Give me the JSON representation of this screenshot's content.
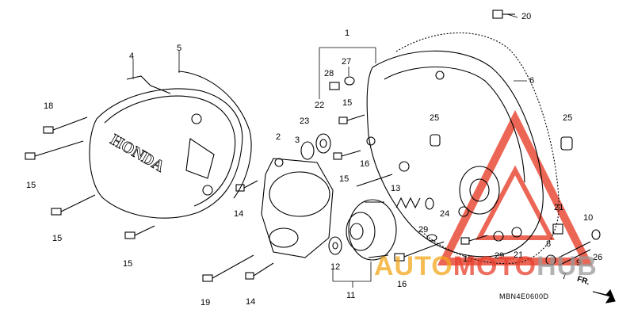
{
  "diagram": {
    "callouts": [
      {
        "id": "c20",
        "text": "20"
      },
      {
        "id": "c1",
        "text": "1"
      },
      {
        "id": "c5",
        "text": "5"
      },
      {
        "id": "c4",
        "text": "4"
      },
      {
        "id": "c27",
        "text": "27"
      },
      {
        "id": "c28",
        "text": "28"
      },
      {
        "id": "c6",
        "text": "6"
      },
      {
        "id": "c22",
        "text": "22"
      },
      {
        "id": "c15a",
        "text": "15"
      },
      {
        "id": "c18",
        "text": "18"
      },
      {
        "id": "c25a",
        "text": "25"
      },
      {
        "id": "c25b",
        "text": "25"
      },
      {
        "id": "c23",
        "text": "23"
      },
      {
        "id": "c2",
        "text": "2"
      },
      {
        "id": "c3",
        "text": "3"
      },
      {
        "id": "c15b",
        "text": "15"
      },
      {
        "id": "c16a",
        "text": "16"
      },
      {
        "id": "c15c",
        "text": "15"
      },
      {
        "id": "c13",
        "text": "13"
      },
      {
        "id": "c14a",
        "text": "14"
      },
      {
        "id": "c24",
        "text": "24"
      },
      {
        "id": "c21a",
        "text": "21"
      },
      {
        "id": "c15d",
        "text": "15"
      },
      {
        "id": "c10",
        "text": "10"
      },
      {
        "id": "c29a",
        "text": "29"
      },
      {
        "id": "c15e",
        "text": "15"
      },
      {
        "id": "c8",
        "text": "8"
      },
      {
        "id": "c26",
        "text": "26"
      },
      {
        "id": "c15f",
        "text": "15"
      },
      {
        "id": "c29b",
        "text": "29"
      },
      {
        "id": "c21b",
        "text": "21"
      },
      {
        "id": "c9",
        "text": "9"
      },
      {
        "id": "c12",
        "text": "12"
      },
      {
        "id": "c16b",
        "text": "16"
      },
      {
        "id": "c7",
        "text": "7"
      },
      {
        "id": "c19",
        "text": "19"
      },
      {
        "id": "c14b",
        "text": "14"
      },
      {
        "id": "c11",
        "text": "11"
      }
    ],
    "drawing_code": "MBN4E0600D",
    "direction_label": "FR.",
    "cover_logo": "HONDA"
  },
  "watermark": {
    "part1": "AUTO",
    "part2": "MOTO",
    "part3": "HUB"
  },
  "colors": {
    "line": "#000000",
    "logo_red": "#e8402d",
    "logo_orange": "#f2a61a",
    "logo_gray": "#9a9a9a"
  }
}
